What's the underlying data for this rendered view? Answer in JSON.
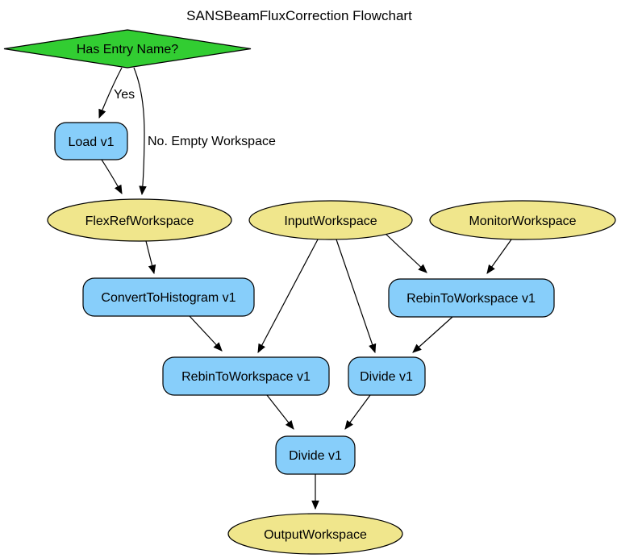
{
  "title": "SANSBeamFluxCorrection Flowchart",
  "colors": {
    "decision_fill": "#32CD32",
    "algorithm_fill": "#87CEFA",
    "workspace_fill": "#F0E68C",
    "stroke": "#000000",
    "background": "#FFFFFF"
  },
  "nodes": {
    "decision": {
      "label": "Has Entry Name?",
      "shape": "diamond"
    },
    "load": {
      "label": "Load v1",
      "shape": "rounded-box"
    },
    "flexref": {
      "label": "FlexRefWorkspace",
      "shape": "ellipse"
    },
    "input": {
      "label": "InputWorkspace",
      "shape": "ellipse"
    },
    "monitor": {
      "label": "MonitorWorkspace",
      "shape": "ellipse"
    },
    "convert": {
      "label": "ConvertToHistogram v1",
      "shape": "rounded-box"
    },
    "rebin_right": {
      "label": "RebinToWorkspace v1",
      "shape": "rounded-box"
    },
    "rebin_mid": {
      "label": "RebinToWorkspace v1",
      "shape": "rounded-box"
    },
    "divide_mid": {
      "label": "Divide v1",
      "shape": "rounded-box"
    },
    "divide_bottom": {
      "label": "Divide v1",
      "shape": "rounded-box"
    },
    "output": {
      "label": "OutputWorkspace",
      "shape": "ellipse"
    }
  },
  "edge_labels": {
    "yes": "Yes",
    "no": "No. Empty Workspace"
  },
  "edges": [
    {
      "from": "decision",
      "to": "load",
      "label": "Yes"
    },
    {
      "from": "decision",
      "to": "flexref",
      "label": "No. Empty Workspace"
    },
    {
      "from": "load",
      "to": "flexref",
      "label": ""
    },
    {
      "from": "flexref",
      "to": "convert",
      "label": ""
    },
    {
      "from": "convert",
      "to": "rebin_mid",
      "label": ""
    },
    {
      "from": "input",
      "to": "rebin_mid",
      "label": ""
    },
    {
      "from": "input",
      "to": "divide_mid",
      "label": ""
    },
    {
      "from": "input",
      "to": "rebin_right",
      "label": ""
    },
    {
      "from": "monitor",
      "to": "rebin_right",
      "label": ""
    },
    {
      "from": "rebin_right",
      "to": "divide_mid",
      "label": ""
    },
    {
      "from": "rebin_mid",
      "to": "divide_bottom",
      "label": ""
    },
    {
      "from": "divide_mid",
      "to": "divide_bottom",
      "label": ""
    },
    {
      "from": "divide_bottom",
      "to": "output",
      "label": ""
    }
  ]
}
